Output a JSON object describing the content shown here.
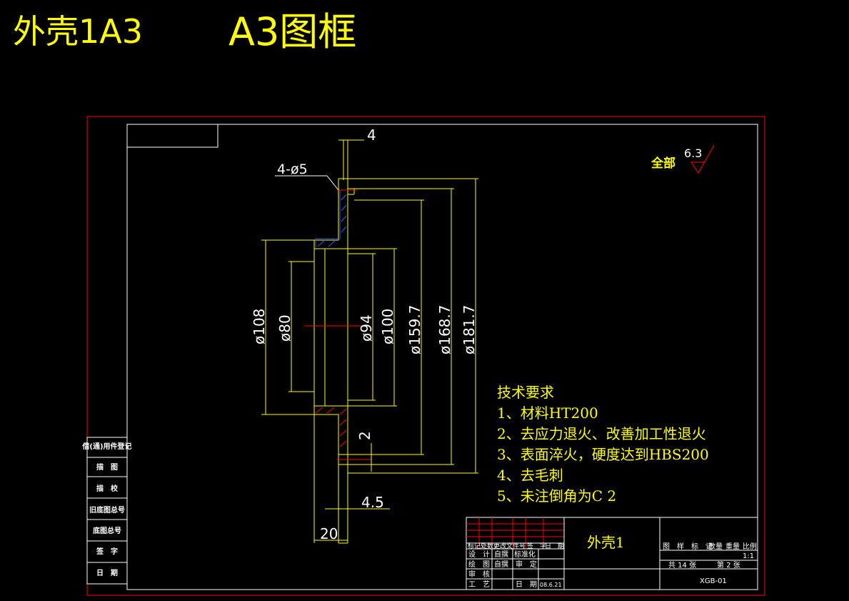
{
  "header": {
    "part_title": "外壳1A3",
    "frame_title": "A3图框"
  },
  "surface_finish": {
    "label": "全部",
    "value": "6.3"
  },
  "dimensions": {
    "top_width": "4",
    "holes": "4-ø5",
    "d108": "ø108",
    "d80": "ø80",
    "d94": "ø94",
    "d100": "ø100",
    "d159": "ø159.7",
    "d168": "ø168.7",
    "d181": "ø181.7",
    "step2": "2",
    "flange45": "4.5",
    "width20": "20"
  },
  "tech_requirements": {
    "heading": "技术要求",
    "items": [
      "1、材料HT200",
      "2、去应力退火、改善加工性退火",
      "3、表面淬火，硬度达到HBS200",
      "4、去毛刺",
      "5、未注倒角为C 2"
    ]
  },
  "left_strip": {
    "rows": [
      "借(通)用件登记",
      "描　图",
      "描　校",
      "旧底图总号",
      "底图总号",
      "签　字",
      "日　期"
    ]
  },
  "title_block": {
    "part_name": "外壳1",
    "rev_header": [
      "标记",
      "处数",
      "更改文件号",
      "签　字",
      "日　期"
    ],
    "rows": [
      {
        "role": "设　计",
        "person": "自撰",
        "role2": "标准化",
        "value2": ""
      },
      {
        "role": "绘　图",
        "person": "自撰",
        "role2": "审　定",
        "value2": ""
      },
      {
        "role": "审　核",
        "person": "",
        "role2": "",
        "value2": ""
      },
      {
        "role": "工　艺",
        "person": "",
        "role2": "日　期",
        "value2": "08.6.21"
      }
    ],
    "right_header": [
      "图　样　标　记",
      "数量",
      "重量",
      "比例"
    ],
    "scale": "1:1",
    "total_sheets": "共 14 张",
    "sheet_no": "第 2 张",
    "drawing_no": "XGB-01"
  }
}
